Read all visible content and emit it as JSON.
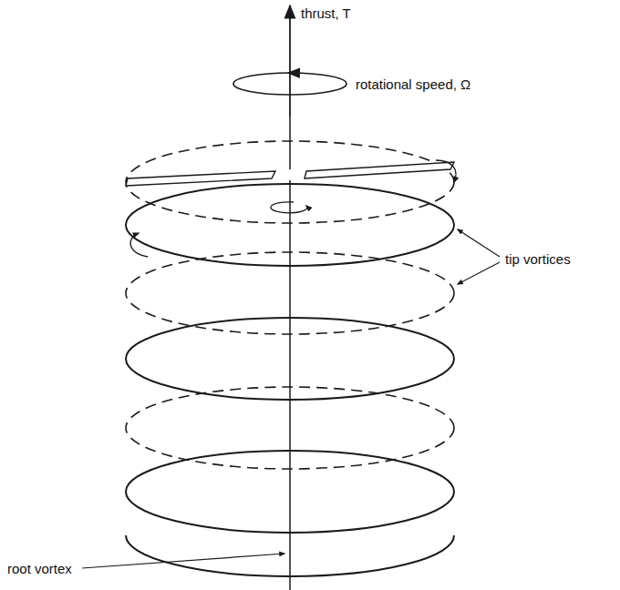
{
  "diagram": {
    "labels": [
      "thrust, T",
      "rotational speed, Ω",
      "tip vortices",
      "root vortex"
    ]
  }
}
